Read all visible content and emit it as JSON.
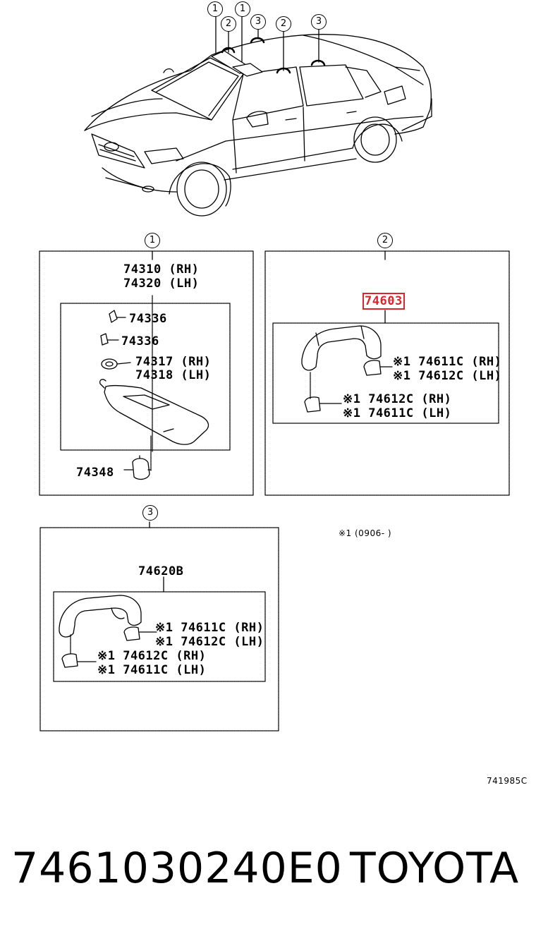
{
  "callouts_top": [
    "1",
    "2",
    "1",
    "3",
    "2",
    "3"
  ],
  "panel1": {
    "callout": "1",
    "assembly": [
      "74310 (RH)",
      "74320 (LH)"
    ],
    "parts": [
      {
        "number": "74336"
      },
      {
        "number": "74336"
      },
      {
        "lines": [
          "74317 (RH)",
          "74318 (LH)"
        ]
      },
      {
        "number": "74348"
      }
    ]
  },
  "panel2": {
    "callout": "2",
    "assembly": "74603",
    "highlight_color": "#d9262e",
    "parts_upper": [
      "※1 74611C (RH)",
      "※1 74612C (LH)"
    ],
    "parts_lower": [
      "※1  74612C (RH)",
      "※1  74611C (LH)"
    ]
  },
  "panel3": {
    "callout": "3",
    "assembly": "74620B",
    "parts_upper": [
      "※1 74611C (RH)",
      "※1 74612C (LH)"
    ],
    "parts_lower": [
      "※1 74612C (RH)",
      "※1 74611C (LH)"
    ]
  },
  "note": "※1 (0906-     )",
  "figure_code": "741985C",
  "footer": {
    "part_number": "7461030240E0",
    "brand": "TOYOTA"
  }
}
